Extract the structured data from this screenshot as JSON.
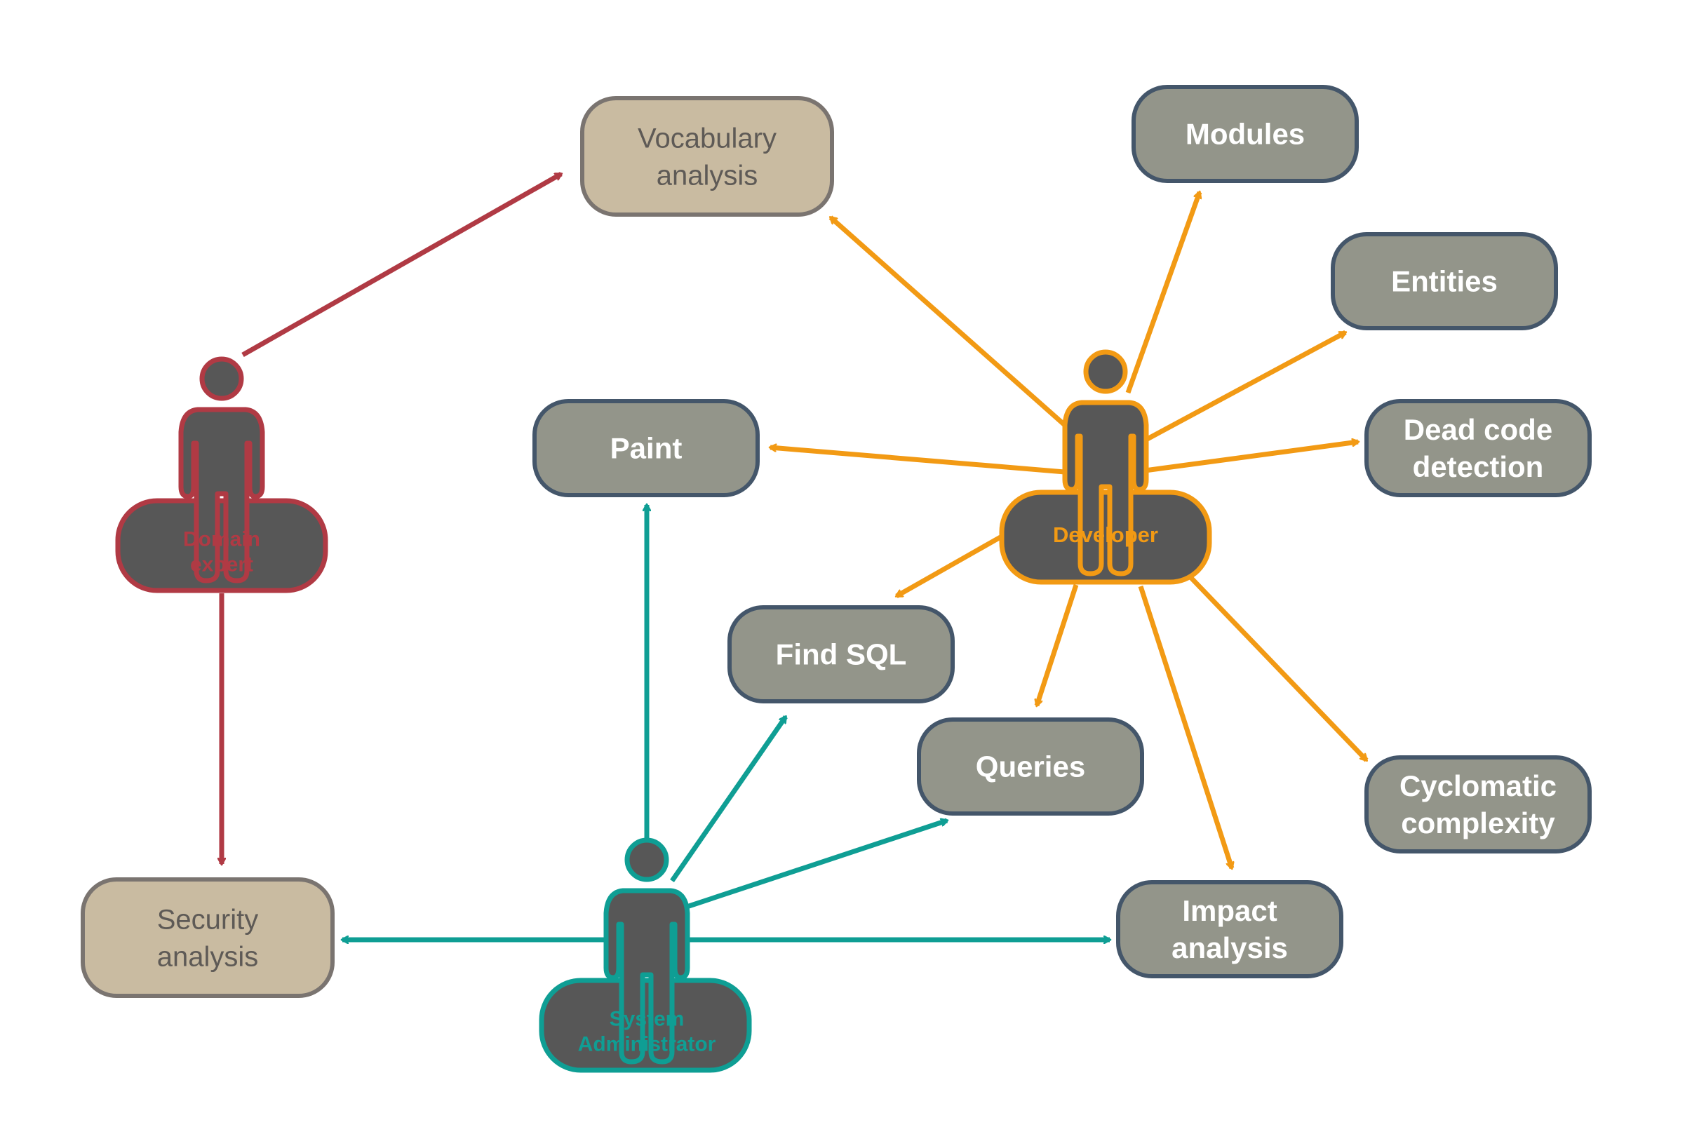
{
  "colors": {
    "domain_expert": "#b03a44",
    "developer": "#f29a14",
    "system_administrator": "#0f9e94",
    "feature_fill": "#93958a",
    "feature_border": "#44566a",
    "feature_text": "#ffffff",
    "analysis_fill": "#c9bba1",
    "analysis_border": "#7a7470",
    "analysis_text": "#5e5a56",
    "actor_fill": "#575757"
  },
  "actors": {
    "domain_expert": {
      "label": [
        "Domain",
        "expert"
      ],
      "icon": "person-icon"
    },
    "developer": {
      "label": [
        "Developer"
      ],
      "icon": "person-icon"
    },
    "system_administrator": {
      "label": [
        "System",
        "Administrator"
      ],
      "icon": "person-icon"
    }
  },
  "nodes": {
    "vocabulary_analysis": {
      "label": [
        "Vocabulary",
        "analysis"
      ]
    },
    "security_analysis": {
      "label": [
        "Security",
        "analysis"
      ]
    },
    "modules": {
      "label": [
        "Modules"
      ]
    },
    "entities": {
      "label": [
        "Entities"
      ]
    },
    "dead_code_detection": {
      "label": [
        "Dead code",
        "detection"
      ]
    },
    "paint": {
      "label": [
        "Paint"
      ]
    },
    "find_sql": {
      "label": [
        "Find SQL"
      ]
    },
    "queries": {
      "label": [
        "Queries"
      ]
    },
    "cyclomatic_complexity": {
      "label": [
        "Cyclomatic",
        "complexity"
      ]
    },
    "impact_analysis": {
      "label": [
        "Impact",
        "analysis"
      ]
    }
  }
}
